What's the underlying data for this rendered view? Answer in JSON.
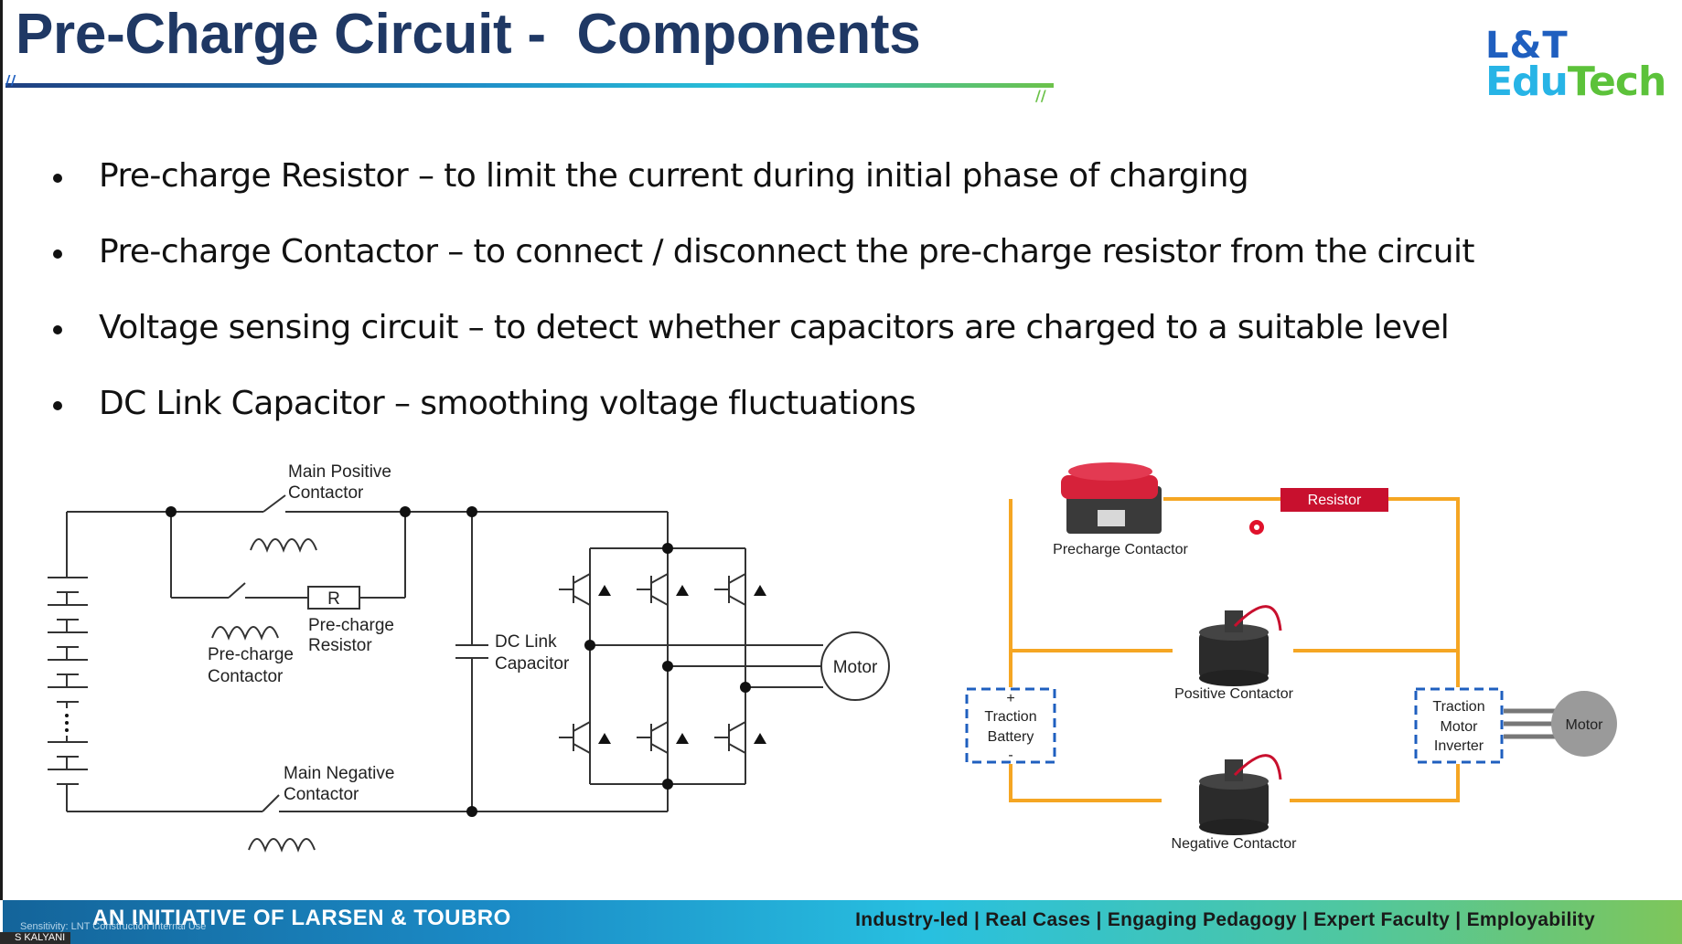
{
  "slide": {
    "title": "Pre-Charge Circuit -  Components",
    "logo": {
      "line1": "L&T",
      "line2_part1": "Edu",
      "line2_part2": "Tech"
    },
    "bullets": [
      "Pre-charge Resistor – to limit the current during initial phase of charging",
      "Pre-charge Contactor – to connect / disconnect the pre-charge resistor from the circuit",
      "Voltage sensing circuit – to detect whether capacitors are charged to a suitable level",
      "DC Link Capacitor – smoothing voltage fluctuations"
    ]
  },
  "schematic": {
    "main_positive_1": "Main Positive",
    "main_positive_2": "Contactor",
    "r_label": "R",
    "precharge_resistor_1": "Pre-charge",
    "precharge_resistor_2": "Resistor",
    "precharge_contactor_1": "Pre-charge",
    "precharge_contactor_2": "Contactor",
    "dc_link_1": "DC Link",
    "dc_link_2": "Capacitor",
    "motor": "Motor",
    "main_negative_1": "Main Negative",
    "main_negative_2": "Contactor"
  },
  "block_diagram": {
    "resistor": "Resistor",
    "precharge_contactor": "Precharge Contactor",
    "positive_contactor": "Positive Contactor",
    "negative_contactor": "Negative Contactor",
    "battery_plus": "+",
    "battery_1": "Traction",
    "battery_2": "Battery",
    "battery_minus": "-",
    "inverter_1": "Traction",
    "inverter_2": "Motor",
    "inverter_3": "Inverter",
    "motor": "Motor"
  },
  "footer": {
    "initiative": "AN INITIATIVE OF LARSEN & TOUBRO",
    "tagline": "Industry-led | Real Cases | Engaging Pedagogy | Expert Faculty | Employability"
  },
  "overlay": {
    "sensitivity": "Sensitivity: LNT Construction Internal Use",
    "presenter": "S KALYANI"
  },
  "colors": {
    "title": "#1f3864",
    "wire_orange": "#f5a623",
    "resistor_red": "#c8102e",
    "inverter_blue": "#1f5fbf",
    "footer_start": "#14649a",
    "footer_end": "#7ec65a"
  }
}
